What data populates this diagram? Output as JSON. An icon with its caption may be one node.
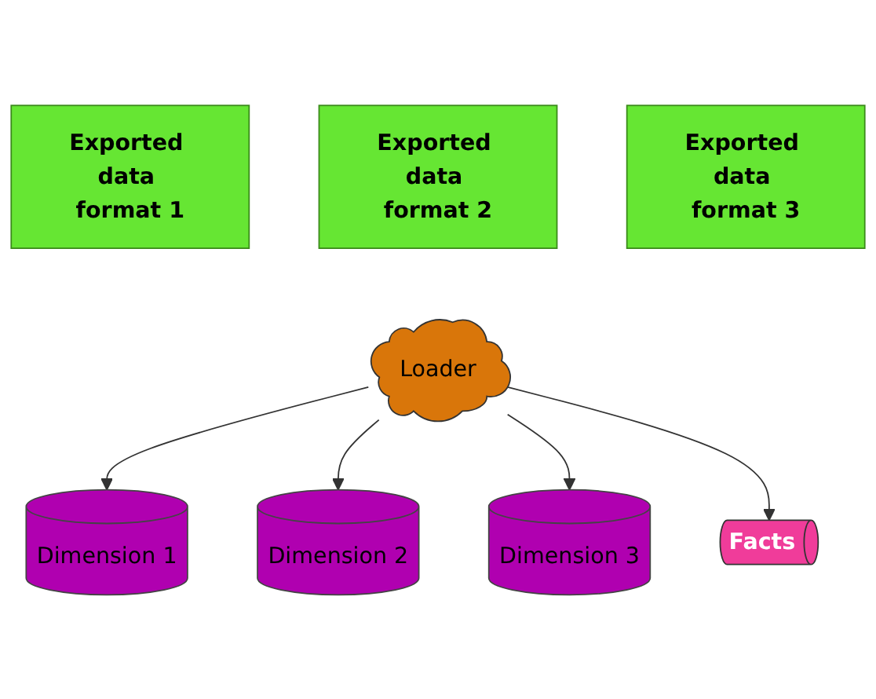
{
  "diagram": {
    "nodes": [
      {
        "text": [
          "Exported data format 1"
        ]
      },
      {
        "text": [
          "Exported data format 2"
        ]
      },
      {
        "text": [
          "Exported data format 3"
        ]
      },
      {
        "text": [
          "Loader"
        ]
      },
      {
        "text": [
          "Dimension 1"
        ]
      },
      {
        "text": [
          "Dimension 2"
        ]
      },
      {
        "text": [
          "Dimension 3"
        ]
      },
      {
        "text": [
          "Facts"
        ]
      }
    ],
    "edges": [
      {
        "from": 3,
        "to": 4,
        "arrow": "to"
      },
      {
        "from": 3,
        "to": 5,
        "arrow": "to"
      },
      {
        "from": 3,
        "to": 6,
        "arrow": "to"
      },
      {
        "from": 3,
        "to": 7,
        "arrow": "to"
      }
    ]
  }
}
